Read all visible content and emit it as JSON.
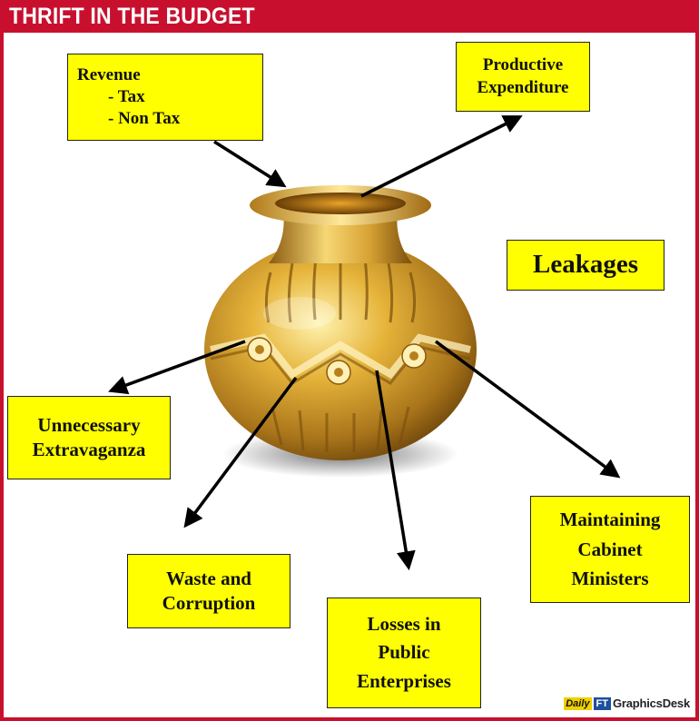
{
  "header": {
    "title": "THRIFT IN THE BUDGET"
  },
  "boxes": {
    "revenue": {
      "title": "Revenue",
      "items": [
        "-   Tax",
        "-   Non Tax"
      ]
    },
    "productive": {
      "lines": [
        "Productive",
        "Expenditure"
      ]
    },
    "leakages": {
      "label": "Leakages"
    },
    "unnecessary": {
      "lines": [
        "Unnecessary",
        "Extravaganza"
      ]
    },
    "waste": {
      "lines": [
        "Waste and",
        "Corruption"
      ]
    },
    "losses": {
      "lines": [
        "Losses in",
        "Public",
        "Enterprises"
      ]
    },
    "ministers": {
      "lines": [
        "Maintaining",
        "Cabinet",
        "Ministers"
      ]
    }
  },
  "footer": {
    "daily": "Daily",
    "ft": "FT",
    "graphics_desk": "GraphicsDesk"
  },
  "colors": {
    "header": "#c8102e",
    "box_fill": "#ffff00",
    "arrow": "#000000",
    "pot": "#c9961f"
  },
  "icons": {
    "pot": "golden-pot-icon",
    "arrows": "arrow-icon"
  }
}
